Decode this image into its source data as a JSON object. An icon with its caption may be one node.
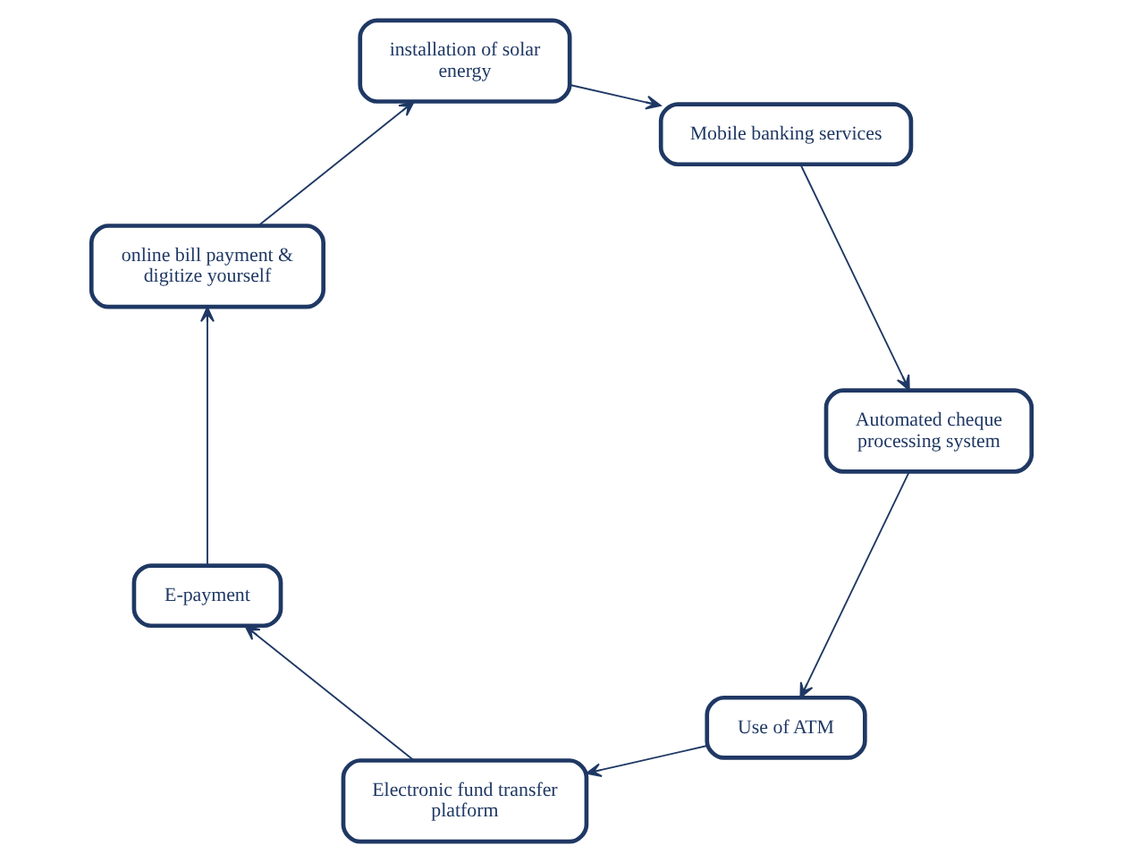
{
  "diagram": {
    "nodes": [
      {
        "text": [
          "Use of ATM"
        ]
      },
      {
        "text": [
          "Electronic fund transfer platform"
        ]
      },
      {
        "text": [
          "E-payment"
        ]
      },
      {
        "text": [
          "online bill payment & digitize yourself"
        ]
      },
      {
        "text": [
          "installation of solar energy"
        ]
      },
      {
        "text": [
          "Mobile banking services"
        ]
      },
      {
        "text": [
          "Automated cheque processing system"
        ]
      }
    ],
    "edges": [
      {
        "from": 0,
        "to": 1,
        "arrow": "to"
      },
      {
        "from": 1,
        "to": 2,
        "arrow": "to"
      },
      {
        "from": 2,
        "to": 3,
        "arrow": "to"
      },
      {
        "from": 3,
        "to": 4,
        "arrow": "to"
      },
      {
        "from": 4,
        "to": 5,
        "arrow": "to"
      },
      {
        "from": 5,
        "to": 6,
        "arrow": "to"
      },
      {
        "from": 6,
        "to": 0,
        "arrow": "to"
      }
    ]
  }
}
